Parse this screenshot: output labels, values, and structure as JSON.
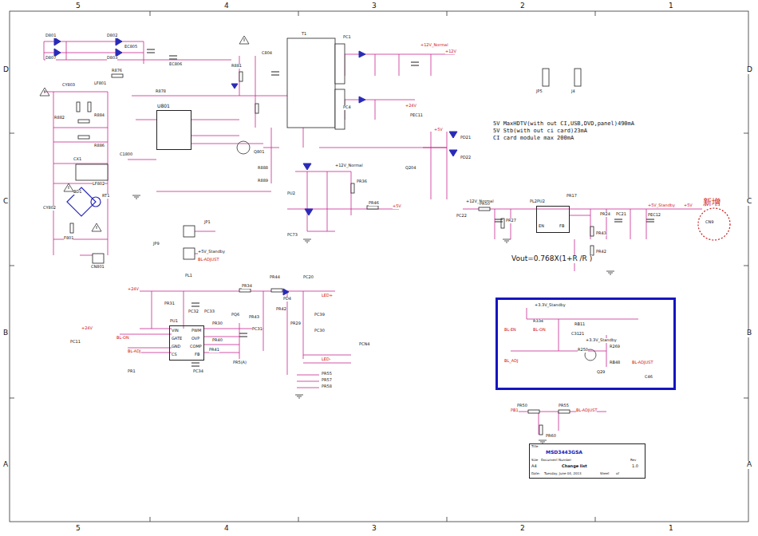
{
  "diagram": {
    "nodes": [
      {
        "text": [
          "U801"
        ]
      },
      {
        "text": [
          "PU2",
          "EN",
          "FB"
        ]
      },
      {
        "text": [
          "PU1",
          "VIN",
          "GATE",
          "GND",
          "CS",
          "PWM",
          "OVP",
          "COMP",
          "FB"
        ]
      },
      {
        "text": [
          "+3.3V_Standby",
          "R334",
          "BL-ON",
          "RB11",
          "C3121",
          "BL-EN",
          "+3.3V_Standby",
          "R250",
          "R269",
          "BL_ADJ",
          "RB48",
          "Q29",
          "BL-ADJUST",
          "C46"
        ]
      },
      {
        "text": [
          "Title",
          "MSD3443GSA",
          "Size",
          "Document Number",
          "Rev",
          "A4",
          "Change list",
          "1.0",
          "Date:",
          "Tuesday, June 04, 2013",
          "Sheet",
          "of"
        ]
      }
    ],
    "labels": [
      "5",
      "4",
      "3",
      "2",
      "1",
      "5",
      "4",
      "3",
      "2",
      "1",
      "D",
      "C",
      "B",
      "A",
      "D",
      "C",
      "B",
      "A",
      "5V MaxHDTV(with out CI,USB,DVD,panel)490mA",
      "5V Stb(with out ci card)23mA",
      "CI card module max 200mA",
      "Vout=0.768X(1+R /R )",
      "新增",
      "D801",
      "D807",
      "D802",
      "D803",
      "EC805",
      "EC806",
      "R876",
      "LF801",
      "CY803",
      "R882",
      "R884",
      "R886",
      "CX1",
      "LF802",
      "BD1",
      "RT1",
      "F801",
      "CN801",
      "CY802",
      "R878",
      "C1800",
      "R881",
      "C804",
      "T1",
      "PC1",
      "PC4",
      "+12V_Normal",
      "+12V",
      "+24V",
      "PEC11",
      "Q801",
      "R888",
      "R889",
      "PU2",
      "+12V_Normal",
      "PR36",
      "PR46",
      "+5V",
      "PC73",
      "+5V",
      "PD21",
      "PD22",
      "Q204",
      "JP1",
      "JP9",
      "+5V_Standby",
      "BL-ADJUST",
      "+24V",
      "PL1",
      "PR34",
      "PR44",
      "PC20",
      "PD4",
      "PC32",
      "PC33",
      "PR31",
      "PR42",
      "PR43",
      "PQ6",
      "PC31",
      "PR29",
      "PC39",
      "PC30",
      "+24V",
      "BL-ON",
      "BL-ADJ",
      "PC11",
      "PR30",
      "PR40",
      "PR41",
      "PR5(A)",
      "PC34",
      "LED+",
      "LED-",
      "PCN4",
      "PR55",
      "PR57",
      "PR58",
      "PR1",
      "PR50",
      "PR55",
      "BL-ADJUST",
      "PR60",
      "PB1",
      "PL2",
      "+12V_Normal",
      "PR50",
      "PC22",
      "PR27",
      "PR17",
      "PR24",
      "PC21",
      "PR43",
      "PR42",
      "PEC12",
      "+5V_Standby",
      "+5V",
      "CN9",
      "JP5",
      "J4"
    ]
  }
}
